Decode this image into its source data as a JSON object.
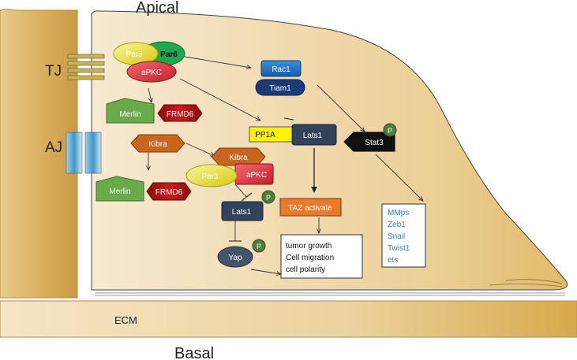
{
  "labels": {
    "apical": "Apical",
    "basal": "Basal",
    "ecm": "ECM",
    "tj": "TJ",
    "aj": "AJ"
  },
  "nodes": {
    "par3_top": "Par3",
    "par6": "Par6",
    "apkc_top": "aPKC",
    "merlin_top": "Merlin",
    "frmd6_top": "FRMD6",
    "kibra_left": "Kibra",
    "merlin_bottom": "Merlin",
    "frmd6_bottom": "FRMD6",
    "kibra_mid": "Kibra",
    "par3_mid": "Par3",
    "apkc_mid": "aPKC",
    "rac1": "Rac1",
    "tiam1": "Tiam1",
    "pp1a": "PP1A",
    "lats1_top": "Lats1",
    "stat3": "Stat3",
    "lats1_mid": "Lats1",
    "taz": "TAZ activate",
    "yap": "Yap"
  },
  "phospho": "P",
  "outcomes": [
    "tumor growth",
    "Cell migration",
    "cell polarity"
  ],
  "targets": [
    "MMps",
    "Zeb1",
    "Snail",
    "Twist1",
    "ets"
  ],
  "colors": {
    "cell": "#f5e4c6",
    "cell_edge": "#d9ad5a",
    "merlin": "#6aaa4a",
    "frmd6": "#b01010",
    "kibra": "#c8651e",
    "apkc": "#e0303a",
    "par6": "#1fa84f",
    "par3": "#e8dc20",
    "rac1": "#1f6fbf",
    "tiam1": "#1a3a78",
    "pp1a": "#fff200",
    "lats1": "#33415a",
    "stat3": "#111111",
    "taz": "#e87a2e",
    "yap": "#44546a",
    "phospho": "#4f7f3a",
    "targets_text": "#3a7cc0"
  }
}
